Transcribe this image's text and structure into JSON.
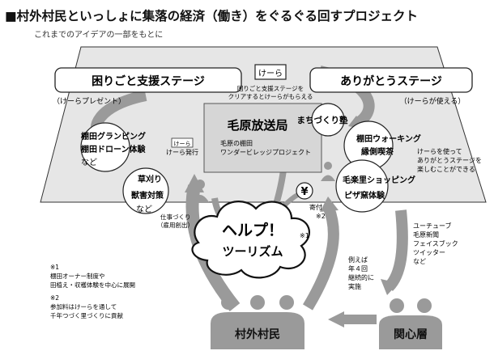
{
  "title": "■村外村民といっしょに集落の経済（働き）をぐるぐる回すプロジェクト",
  "subtitle": "これまでのアイデアの一部をもとに",
  "stage_left": {
    "label": "困りごと支援ステージ",
    "note": "（けーらプレゼント）"
  },
  "stage_right": {
    "label": "ありがとうステージ",
    "note": "（けーらが使える）"
  },
  "currency": {
    "label": "けーら",
    "desc_line1": "困りごと支援ステージを",
    "desc_line2": "クリアするとけーらがもらえる"
  },
  "hub": {
    "title": "毛原放送局",
    "sub_line1": "毛原の棚田",
    "sub_line2": "ワンダービレッジプロジェクト"
  },
  "bubbles": {
    "machizukuri": "まちづくり塾",
    "walking_line1": "棚田ウォーキング",
    "walking_line2": "縁側喫茶",
    "shopping_line1": "毛楽里ショッピング",
    "shopping_line2": "ピザ窯体験",
    "left_line1": "棚田グランピング",
    "left_line2": "棚田ドローン体験",
    "left_line3": "など",
    "kusa_line1": "草刈り",
    "kusa_line2": "獣害対策",
    "kusa_line3": "など"
  },
  "labels": {
    "issue_label": "けーら",
    "issue": "けーら発行",
    "job_line1": "仕事づくり",
    "job_line2": "（雇用創出）",
    "yen": "¥",
    "kifu": "寄付",
    "kifu_note": "※2",
    "use_line1": "けーらを使って",
    "use_line2": "ありがとうステージを",
    "use_line3": "楽しむことができる",
    "media_line1": "ユーチューブ",
    "media_line2": "毛原新聞",
    "media_line3": "フェイスブック",
    "media_line4": "ツイッター",
    "media_line5": "など",
    "ex_line1": "例えば",
    "ex_line2": "年４回",
    "ex_line3": "継続的に",
    "ex_line4": "実施",
    "help_line1": "ヘルプ！",
    "help_line2": "ツーリズム",
    "help_note": "※1",
    "villagers": "村外村民",
    "interested": "関心層"
  },
  "footnotes": {
    "n1_mark": "※1",
    "n1_line1": "棚田オーナー制度や",
    "n1_line2": "田植え・収穫体験を中心に展開",
    "n2_mark": "※2",
    "n2_line1": "参加料はけーらを通して",
    "n2_line2": "千年つづく里づくりに貢献"
  }
}
